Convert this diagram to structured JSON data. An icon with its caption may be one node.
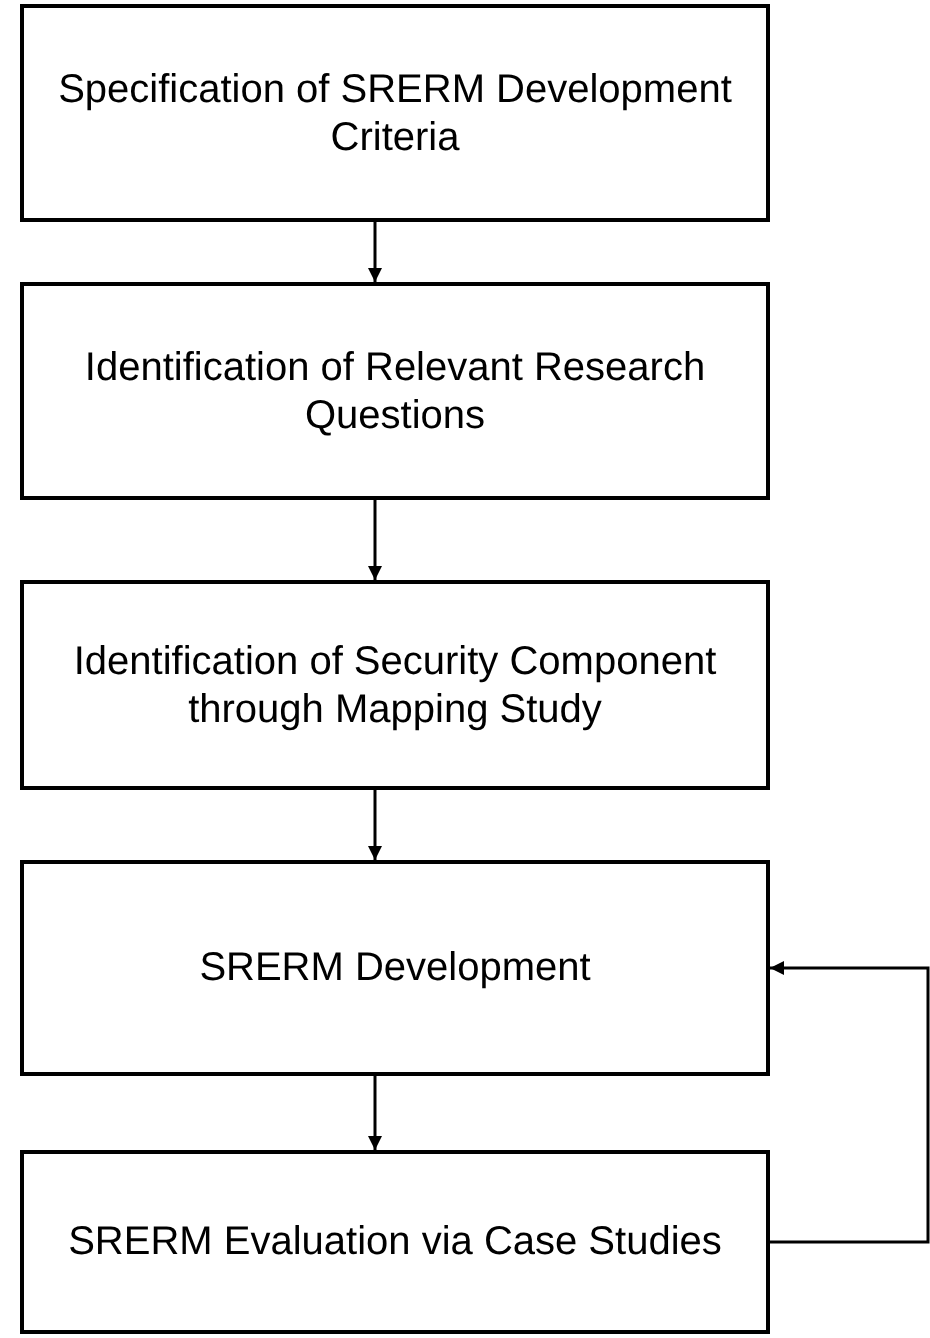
{
  "diagram": {
    "nodes": [
      {
        "text": [
          "Specification of SRERM Development Criteria"
        ]
      },
      {
        "text": [
          "Identification of Relevant Research Questions"
        ]
      },
      {
        "text": [
          "Identification of Security Component through Mapping Study"
        ]
      },
      {
        "text": [
          "SRERM Development"
        ]
      },
      {
        "text": [
          "SRERM Evaluation via Case Studies"
        ]
      }
    ],
    "edges": [
      {
        "from": 0,
        "to": 1,
        "arrow": "to"
      },
      {
        "from": 1,
        "to": 2,
        "arrow": "to"
      },
      {
        "from": 2,
        "to": 3,
        "arrow": "to"
      },
      {
        "from": 3,
        "to": 4,
        "arrow": "to"
      },
      {
        "from": 4,
        "to": 3,
        "arrow": "to"
      }
    ]
  }
}
